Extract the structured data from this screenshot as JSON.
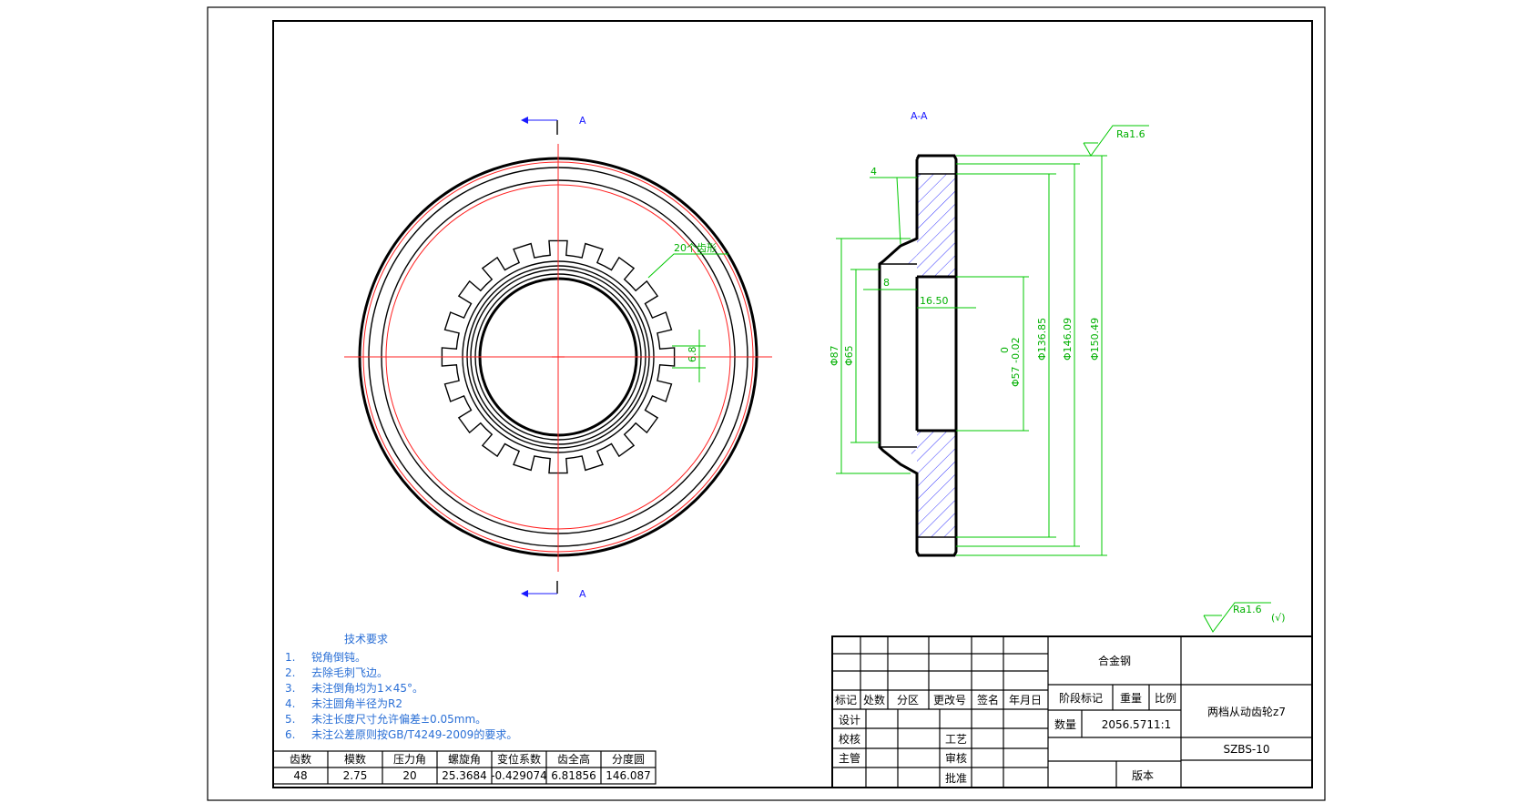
{
  "section_marks": {
    "letter": "A",
    "section_label": "A-A"
  },
  "dimensions": {
    "teeth_note": "20个齿形",
    "d_6_8": "6.8",
    "d_4": "4",
    "d_8": "8",
    "d_16_50": "16.50",
    "d_87": "Φ87",
    "d_65": "Φ65",
    "d_57": "Φ57 -0.02",
    "d_57_upper": "0",
    "d_136": "Φ136.85",
    "d_146": "Φ146.09",
    "d_150": "Φ150.49"
  },
  "roughness": {
    "top": "Ra1.6",
    "bottom": "Ra1.6",
    "bottom_suffix": "(√)"
  },
  "tech_requirements": {
    "title": "技术要求",
    "items": [
      {
        "num": "1.",
        "text": "锐角倒钝。"
      },
      {
        "num": "2.",
        "text": "去除毛刺飞边。"
      },
      {
        "num": "3.",
        "text": "未注倒角均为1×45°。"
      },
      {
        "num": "4.",
        "text": "未注圆角半径为R2"
      },
      {
        "num": "5.",
        "text": "未注长度尺寸允许偏差±0.05mm。"
      },
      {
        "num": "6.",
        "text": "未注公差原则按GB/T4249-2009的要求。"
      }
    ]
  },
  "gear_params": {
    "headers": [
      "齿数",
      "模数",
      "压力角",
      "螺旋角",
      "变位系数",
      "齿全高",
      "分度圆"
    ],
    "values": [
      "48",
      "2.75",
      "20",
      "25.3684",
      "-0.429074",
      "6.81856",
      "146.087"
    ]
  },
  "title_block": {
    "material": "合金钢",
    "part_name": "两档从动齿轮z7",
    "drawing_no": "SZBS-10",
    "rev_headers": [
      "标记",
      "处数",
      "分区",
      "更改号",
      "签名",
      "年月日"
    ],
    "stage_mark": "阶段标记",
    "weight": "重量",
    "scale": "比例",
    "quantity": "数量",
    "weight_scale_value": "2056.5711:1",
    "design": "设计",
    "check": "校核",
    "supervisor": "主管",
    "process": "工艺",
    "review": "审核",
    "approve": "批准",
    "edition": "版本"
  }
}
